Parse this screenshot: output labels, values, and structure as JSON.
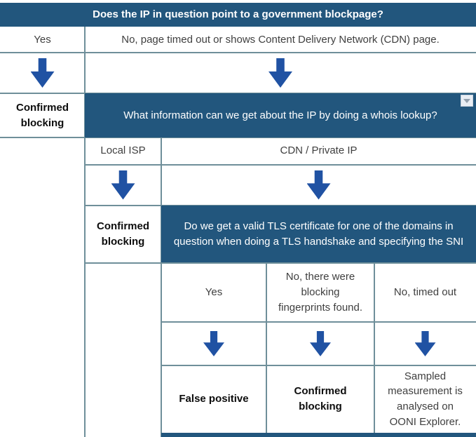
{
  "colors": {
    "header_bg": "#22567d",
    "arrow_blue": "#2052a3",
    "grid_border": "#6f8f9a",
    "body_text": "#3f3f3f",
    "header_text": "#ffffff"
  },
  "flowchart": {
    "q1": "Does the IP in question point to a government blockpage?",
    "q1_answer_yes": "Yes",
    "q1_answer_no": "No, page timed out or shows Content Delivery Network (CDN) page.",
    "outcome_confirmed_1": "Confirmed blocking",
    "q2": "What information can we get about the IP by doing a whois lookup?",
    "q2_answer_local_isp": "Local ISP",
    "q2_answer_cdn": "CDN / Private IP",
    "outcome_confirmed_2": "Confirmed blocking",
    "q3": "Do we get a valid TLS certificate for one of the domains in question when doing a TLS handshake and specifying the SNI",
    "q3_answer_yes": "Yes",
    "q3_answer_no_fingerprints": "No, there were blocking fingerprints found.",
    "q3_answer_no_timeout": "No, timed out",
    "outcome_false_positive": "False positive",
    "outcome_confirmed_3": "Confirmed blocking",
    "outcome_sampled": "Sampled measurement is analysed on OONI Explorer."
  },
  "icons": {
    "down_arrow": "down-arrow",
    "filter_dropdown": "filter-dropdown"
  }
}
